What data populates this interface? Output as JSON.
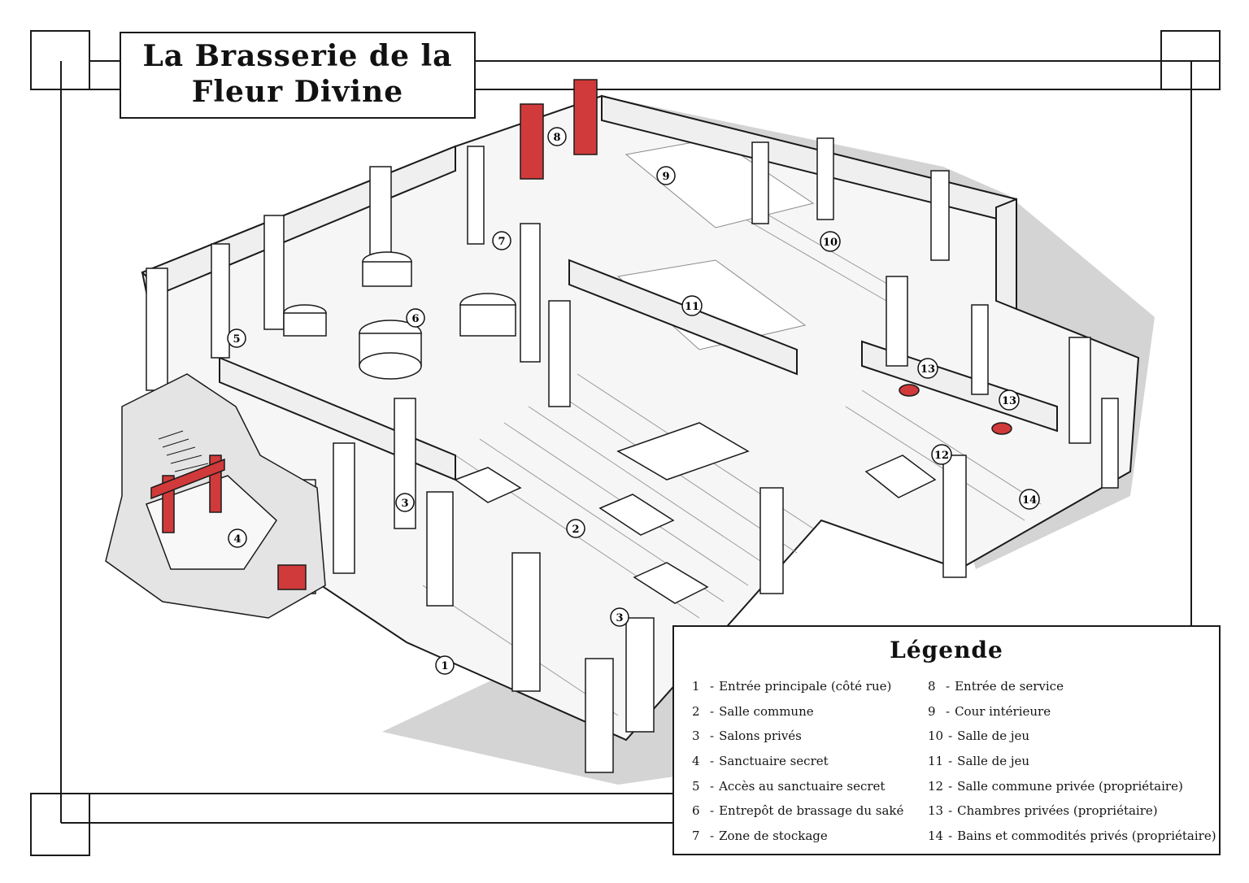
{
  "title": {
    "line1": "La Brasserie de la",
    "line2": "Fleur Divine"
  },
  "legend": {
    "heading": "Légende",
    "items": [
      {
        "num": "1",
        "label": "Entrée principale (côté rue)"
      },
      {
        "num": "2",
        "label": "Salle commune"
      },
      {
        "num": "3",
        "label": "Salons privés"
      },
      {
        "num": "4",
        "label": "Sanctuaire secret"
      },
      {
        "num": "5",
        "label": "Accès au sanctuaire secret"
      },
      {
        "num": "6",
        "label": "Entrepôt de brassage du saké"
      },
      {
        "num": "7",
        "label": "Zone de stockage"
      },
      {
        "num": "8",
        "label": "Entrée de service"
      },
      {
        "num": "9",
        "label": "Cour intérieure"
      },
      {
        "num": "10",
        "label": "Salle de jeu"
      },
      {
        "num": "11",
        "label": "Salle de jeu"
      },
      {
        "num": "12",
        "label": "Salle commune privée (propriétaire)"
      },
      {
        "num": "13",
        "label": "Chambres privées (propriétaire)"
      },
      {
        "num": "14",
        "label": "Bains et commodités privés (propriétaire)"
      }
    ]
  },
  "map_markers": [
    "1",
    "2",
    "3",
    "3",
    "4",
    "5",
    "6",
    "7",
    "8",
    "9",
    "10",
    "11",
    "12",
    "13",
    "13",
    "14"
  ],
  "colors": {
    "ink": "#1a1a1a",
    "accent_red": "#d13a3a",
    "shadow": "#cfcfcf",
    "wall": "#f4f4f4"
  }
}
